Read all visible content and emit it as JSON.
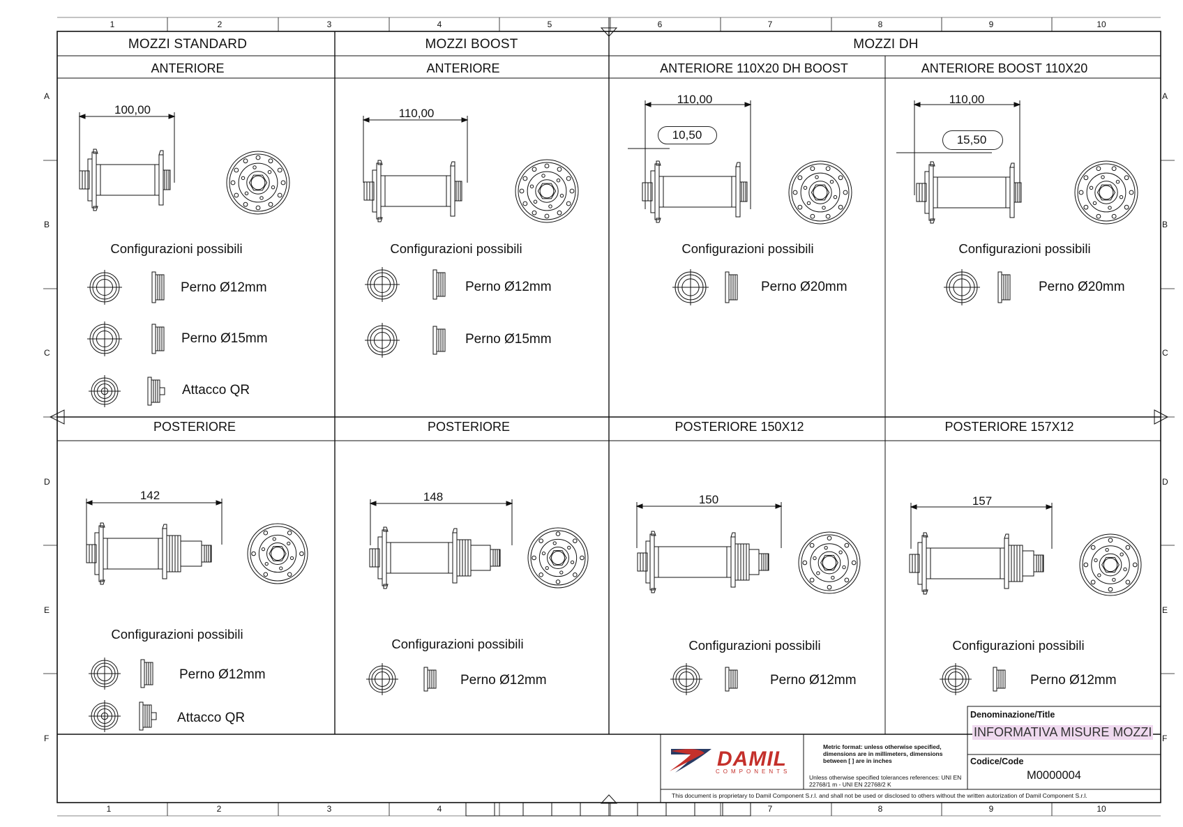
{
  "ruler": {
    "top": [
      "1",
      "2",
      "3",
      "4",
      "5",
      "6",
      "7",
      "8",
      "9",
      "10"
    ],
    "bottom": [
      "1",
      "2",
      "3",
      "4",
      "5",
      "6",
      "7",
      "8",
      "9",
      "10"
    ],
    "rows": [
      "A",
      "B",
      "C",
      "D",
      "E",
      "F"
    ]
  },
  "sections": {
    "standard": "MOZZI STANDARD",
    "boost": "MOZZI BOOST",
    "dh": "MOZZI DH"
  },
  "front": {
    "standard": {
      "title": "ANTERIORE",
      "dim": "100,00",
      "config": "Configurazioni possibili",
      "options": [
        "Perno Ø12mm",
        "Perno Ø15mm",
        "Attacco QR"
      ]
    },
    "boost": {
      "title": "ANTERIORE",
      "dim": "110,00",
      "config": "Configurazioni possibili",
      "options": [
        "Perno Ø12mm",
        "Perno Ø15mm"
      ]
    },
    "dh": {
      "title": "ANTERIORE 110X20 DH BOOST",
      "dim": "110,00",
      "offset": "10,50",
      "config": "Configurazioni possibili",
      "options": [
        "Perno Ø20mm"
      ]
    },
    "dh_boost": {
      "title": "ANTERIORE BOOST 110X20",
      "dim": "110,00",
      "offset": "15,50",
      "config": "Configurazioni possibili",
      "options": [
        "Perno Ø20mm"
      ]
    }
  },
  "rear": {
    "standard": {
      "title": "POSTERIORE",
      "dim": "142",
      "config": "Configurazioni possibili",
      "options": [
        "Perno Ø12mm",
        "Attacco QR"
      ]
    },
    "boost": {
      "title": "POSTERIORE",
      "dim": "148",
      "config": "Configurazioni possibili",
      "options": [
        "Perno Ø12mm"
      ]
    },
    "dh150": {
      "title": "POSTERIORE 150X12",
      "dim": "150",
      "config": "Configurazioni possibili",
      "options": [
        "Perno Ø12mm"
      ]
    },
    "dh157": {
      "title": "POSTERIORE 157X12",
      "dim": "157",
      "config": "Configurazioni possibili",
      "options": [
        "Perno Ø12mm"
      ]
    }
  },
  "title_block": {
    "logo": "DAMIL",
    "logo_sub": "COMPONENTS",
    "metric_note": "Metric format: unless otherwise specified, dimensions are in millimeters, dimensions between [ ] are in inches",
    "tolerance_note": "Unless otherwise specified tolerances references: UNI EN 22768/1 m - UNI EN 22768/2 K",
    "title_label": "Denominazione/Title",
    "title_value": "INFORMATIVA MISURE MOZZI",
    "code_label": "Codice/Code",
    "code_value": "M0000004",
    "proprietary": "This document is proprietary to Damil Component S.r.l. and shall not be used or disclosed to others without the written autorization of Damil Component S.r.l."
  },
  "colors": {
    "line": "#111111",
    "logo_red": "#c4302b",
    "logo_blue": "#2a3b63",
    "title_highlight": "#efd9ef"
  }
}
